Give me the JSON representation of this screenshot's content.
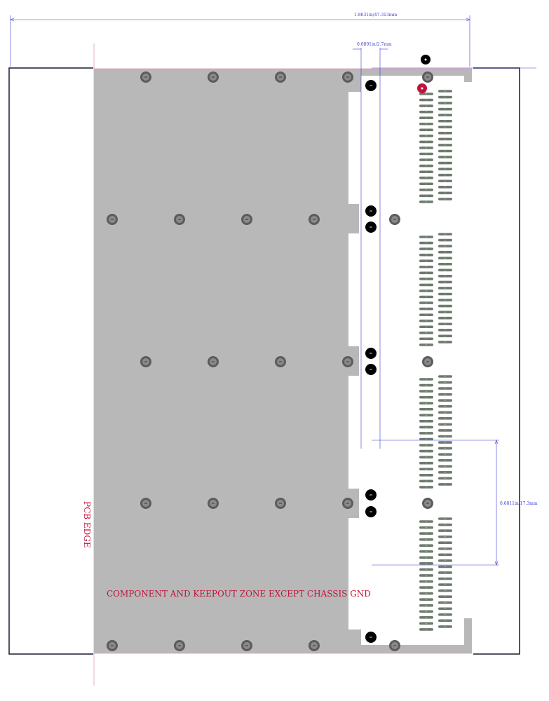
{
  "dimensions": {
    "overall_width": "1.8631in/47.313mm",
    "slot_width": "0.0891in/2.7mm",
    "section_height": "0.6811in/17.3mm"
  },
  "labels": {
    "pcb_edge": "PCB EDGE",
    "keepout": "COMPONENT AND KEEPOUT ZONE EXCEPT CHASSIS GND"
  },
  "colors": {
    "keepout_fill": "#b8b8b8",
    "outline": "#1a1a2e",
    "dimension": "#3a3ad0",
    "label": "#c0143c",
    "pad": "#6d7a6d",
    "hole": "#000000",
    "pin1_marker": "#c0143c"
  },
  "icons": {
    "mounting_hole": "grey-via-circle",
    "black_hole": "black-drill-circle",
    "pin1": "red-pin1-circle"
  }
}
